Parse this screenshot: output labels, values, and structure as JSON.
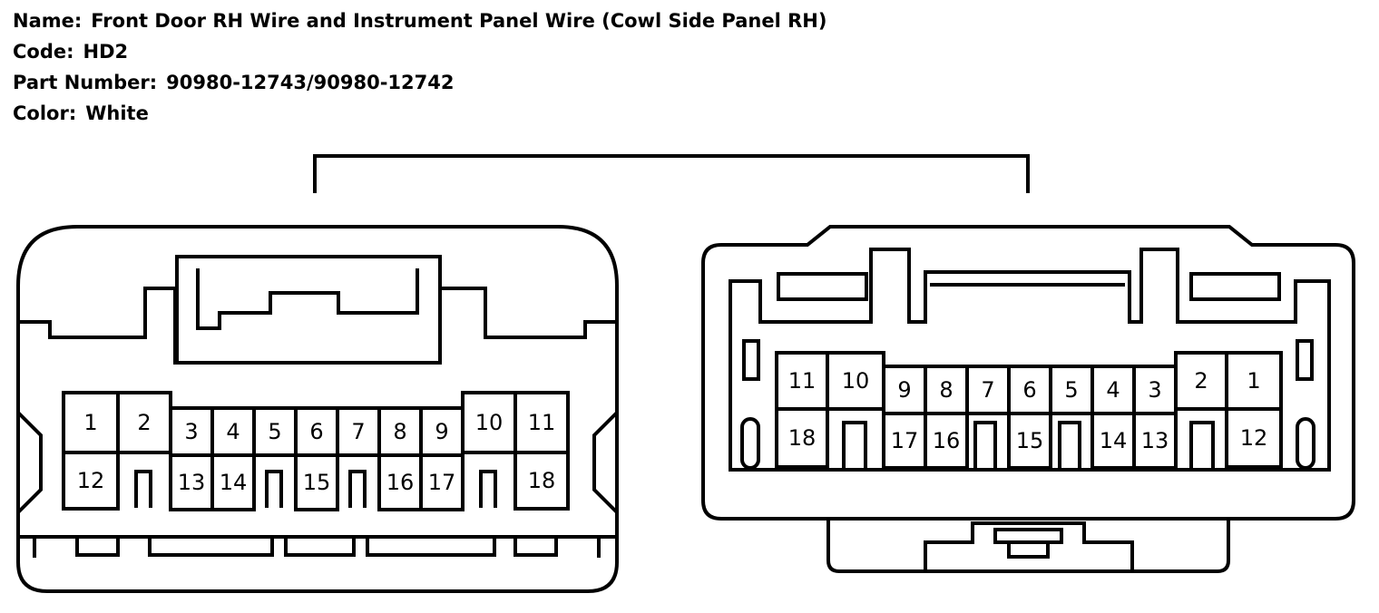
{
  "header": {
    "name_label": "Name:",
    "name_value": "Front Door RH Wire and Instrument Panel Wire (Cowl Side Panel RH)",
    "code_label": "Code:",
    "code_value": "HD2",
    "part_label": "Part Number:",
    "part_value": "90980-12743/90980-12742",
    "color_label": "Color:",
    "color_value": "White"
  },
  "left_connector": {
    "top_row": [
      "1",
      "2",
      "3",
      "4",
      "5",
      "6",
      "7",
      "8",
      "9",
      "10",
      "11"
    ],
    "bottom_row": [
      "12",
      "13",
      "14",
      "15",
      "16",
      "17",
      "18"
    ]
  },
  "right_connector": {
    "top_row": [
      "11",
      "10",
      "9",
      "8",
      "7",
      "6",
      "5",
      "4",
      "3",
      "2",
      "1"
    ],
    "bottom_row": [
      "18",
      "17",
      "16",
      "15",
      "14",
      "13",
      "12"
    ]
  }
}
